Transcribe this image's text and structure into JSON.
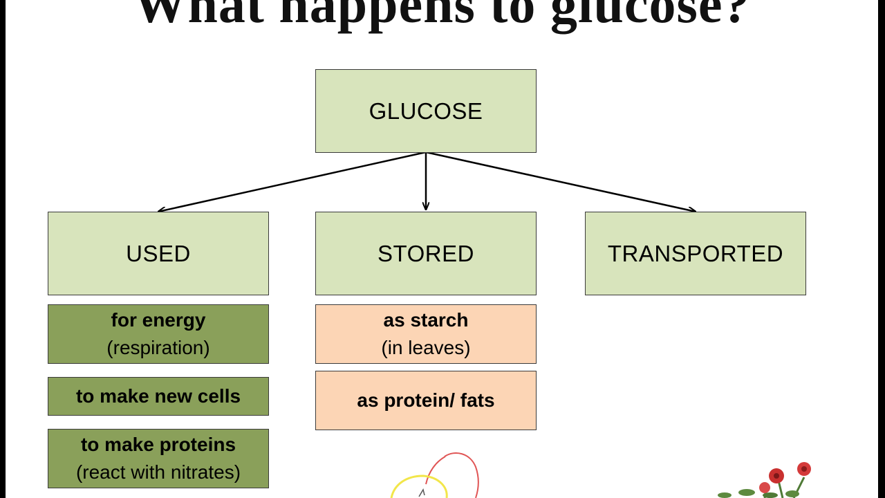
{
  "title": "What happens to glucose?",
  "root": {
    "label": "GLUCOSE"
  },
  "branches": {
    "used": "USED",
    "stored": "STORED",
    "transported": "TRANSPORTED"
  },
  "used_items": [
    {
      "main": "for energy",
      "sub": "(respiration)"
    },
    {
      "main": "to make new cells"
    },
    {
      "main": "to make proteins",
      "sub": "(react with nitrates)"
    }
  ],
  "stored_items": [
    {
      "main": "as starch",
      "sub": "(in leaves)"
    },
    {
      "main": "as protein/ fats"
    }
  ],
  "colors": {
    "category_box": "#d8e4bc",
    "used_box": "#8aa05a",
    "stored_box": "#fcd5b5",
    "annotation_red": "#e05555",
    "annotation_yellow": "#f2e64a"
  }
}
